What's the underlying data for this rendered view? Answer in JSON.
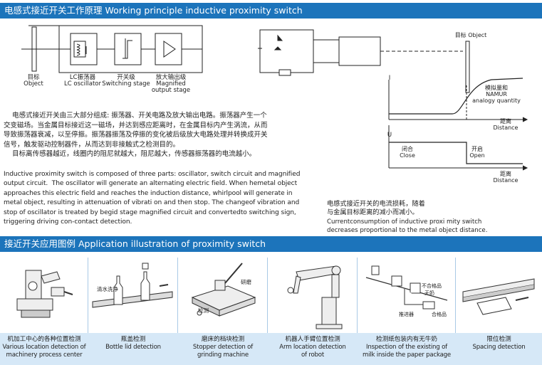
{
  "section1": {
    "title": "电感式接近开关工作原理 Working principle inductive proximity switch"
  },
  "block_diagram": {
    "object_label": [
      "目标",
      "Object"
    ],
    "osc_label": [
      "LC振荡器",
      "LC oscillator"
    ],
    "switch_label": [
      "开关级",
      "Switching stage"
    ],
    "amp_label": [
      "放大输出级",
      "Magnified",
      "output stage"
    ]
  },
  "graph": {
    "target_label": "目标 Object",
    "i_axis": "I",
    "u_axis": "U",
    "analog_label": [
      "模拟量和",
      "NAMUR",
      "analogy quantity"
    ],
    "distance_label": [
      "距离",
      "Distance"
    ],
    "closed_label": [
      "闭合",
      "Close"
    ],
    "open_label": [
      "开启",
      "Open"
    ],
    "distance_label2": [
      "距离",
      "Distance"
    ]
  },
  "description": {
    "cn_lines": [
      "    电感式接近开关由三大部分组成: 振荡器、开关电路及放大输出电路。振荡器产生一个",
      "交变磁场。当金属目标接近这一磁场，并达到感应距离时，在金属目标内产生涡流，从而",
      "导致振荡器衰减，以至停振。振荡器振荡及停振的变化被后级放大电路处理并转换成开关",
      "信号，触发驱动控制器件，从而达到非接触式之检测目的。",
      "    目标离传感器越近，线圈内的阻尼就越大，阻尼越大，传感器振荡器的电流越小。"
    ],
    "en_lines": [
      "Inductive proximity switch is composed of three parts: oscillator, switch circuit and magnified",
      "output circuit.  The oscillator will generate an alternating electric field. When hemetal object",
      "approaches this electric field and reaches the induction distance, whirlpool will generate in",
      "metal object, resulting in attenuation of vibrati on and then stop. The changeof vibration and",
      "stop of oscillator is treated by begid stage magnified circuit and convertedto switching sign,",
      "triggering driving con-contact detection."
    ]
  },
  "caption": {
    "cn": [
      "电感式接近开关的电流损耗，随着",
      "与金属目标距离的减小而减小。"
    ],
    "en": [
      "Currentconsumption of inductive proxi mity switch",
      "decreases proportional to the metal object distance."
    ]
  },
  "section2": {
    "title": "接近开关应用图例 Application illustration of proximity switch"
  },
  "apps": [
    {
      "cn": "机加工中心的各种位置检测",
      "en": [
        "Various location detection of",
        "machinery process center"
      ]
    },
    {
      "cn": "瓶盖检测",
      "en": [
        "Bottle lid detection"
      ]
    },
    {
      "cn": "磨床的档块检测",
      "en": [
        "Stopper detection of",
        "grinding machine"
      ]
    },
    {
      "cn": "机器人手臂位置检测",
      "en": [
        "Arm location detection",
        "of robot"
      ]
    },
    {
      "cn": "检测纸包装内有无牛奶",
      "en": [
        "Inspection of the existing of",
        "milk inside the paper package"
      ]
    },
    {
      "cn": "限位检测",
      "en": [
        "Spacing detection"
      ]
    }
  ],
  "app_tags": {
    "bottle": "清水洗净",
    "grinding": "研磨",
    "detect": "检测",
    "bad": "不合格品",
    "push": "推进器",
    "good": "合格品",
    "no_milk": "无奶"
  }
}
